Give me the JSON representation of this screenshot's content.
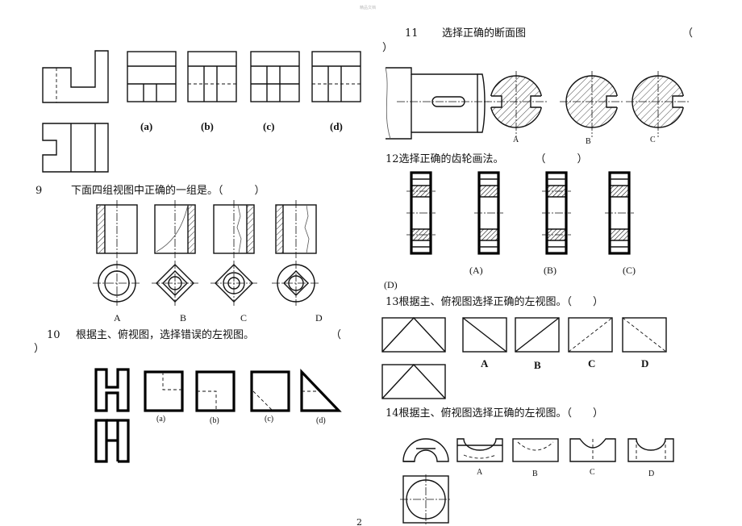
{
  "header_mark": "精品文档",
  "q8_labels": [
    "(a)",
    "(b)",
    "(c)",
    "(d)"
  ],
  "q9": {
    "number": "9",
    "text": "下面四组视图中正确的一组是。（　　　）",
    "labels": [
      "A",
      "B",
      "C",
      "D"
    ]
  },
  "q10": {
    "number": "10",
    "text": "根据主、俯视图，选择错误的左视图。",
    "paren_open": "（",
    "paren_close": "）",
    "labels": [
      "(a)",
      "(b)",
      "(c)",
      "(d)"
    ]
  },
  "q11": {
    "number": "11",
    "text": "选择正确的断面图",
    "paren_open": "（",
    "paren_close": "）",
    "labels": [
      "A",
      "B",
      "C"
    ]
  },
  "q12": {
    "text": "12选择正确的齿轮画法。　　　　（　　　）",
    "labels": [
      "(A)",
      "(B)",
      "(C)",
      "(D)"
    ]
  },
  "q13": {
    "text": "13根据主、俯视图选择正确的左视图。（　　）",
    "labels": [
      "A",
      "B",
      "C",
      "D"
    ]
  },
  "q14": {
    "text": "14根据主、俯视图选择正确的左视图。（　　）",
    "labels": [
      "A",
      "B",
      "C",
      "D"
    ]
  },
  "page_number": "2"
}
